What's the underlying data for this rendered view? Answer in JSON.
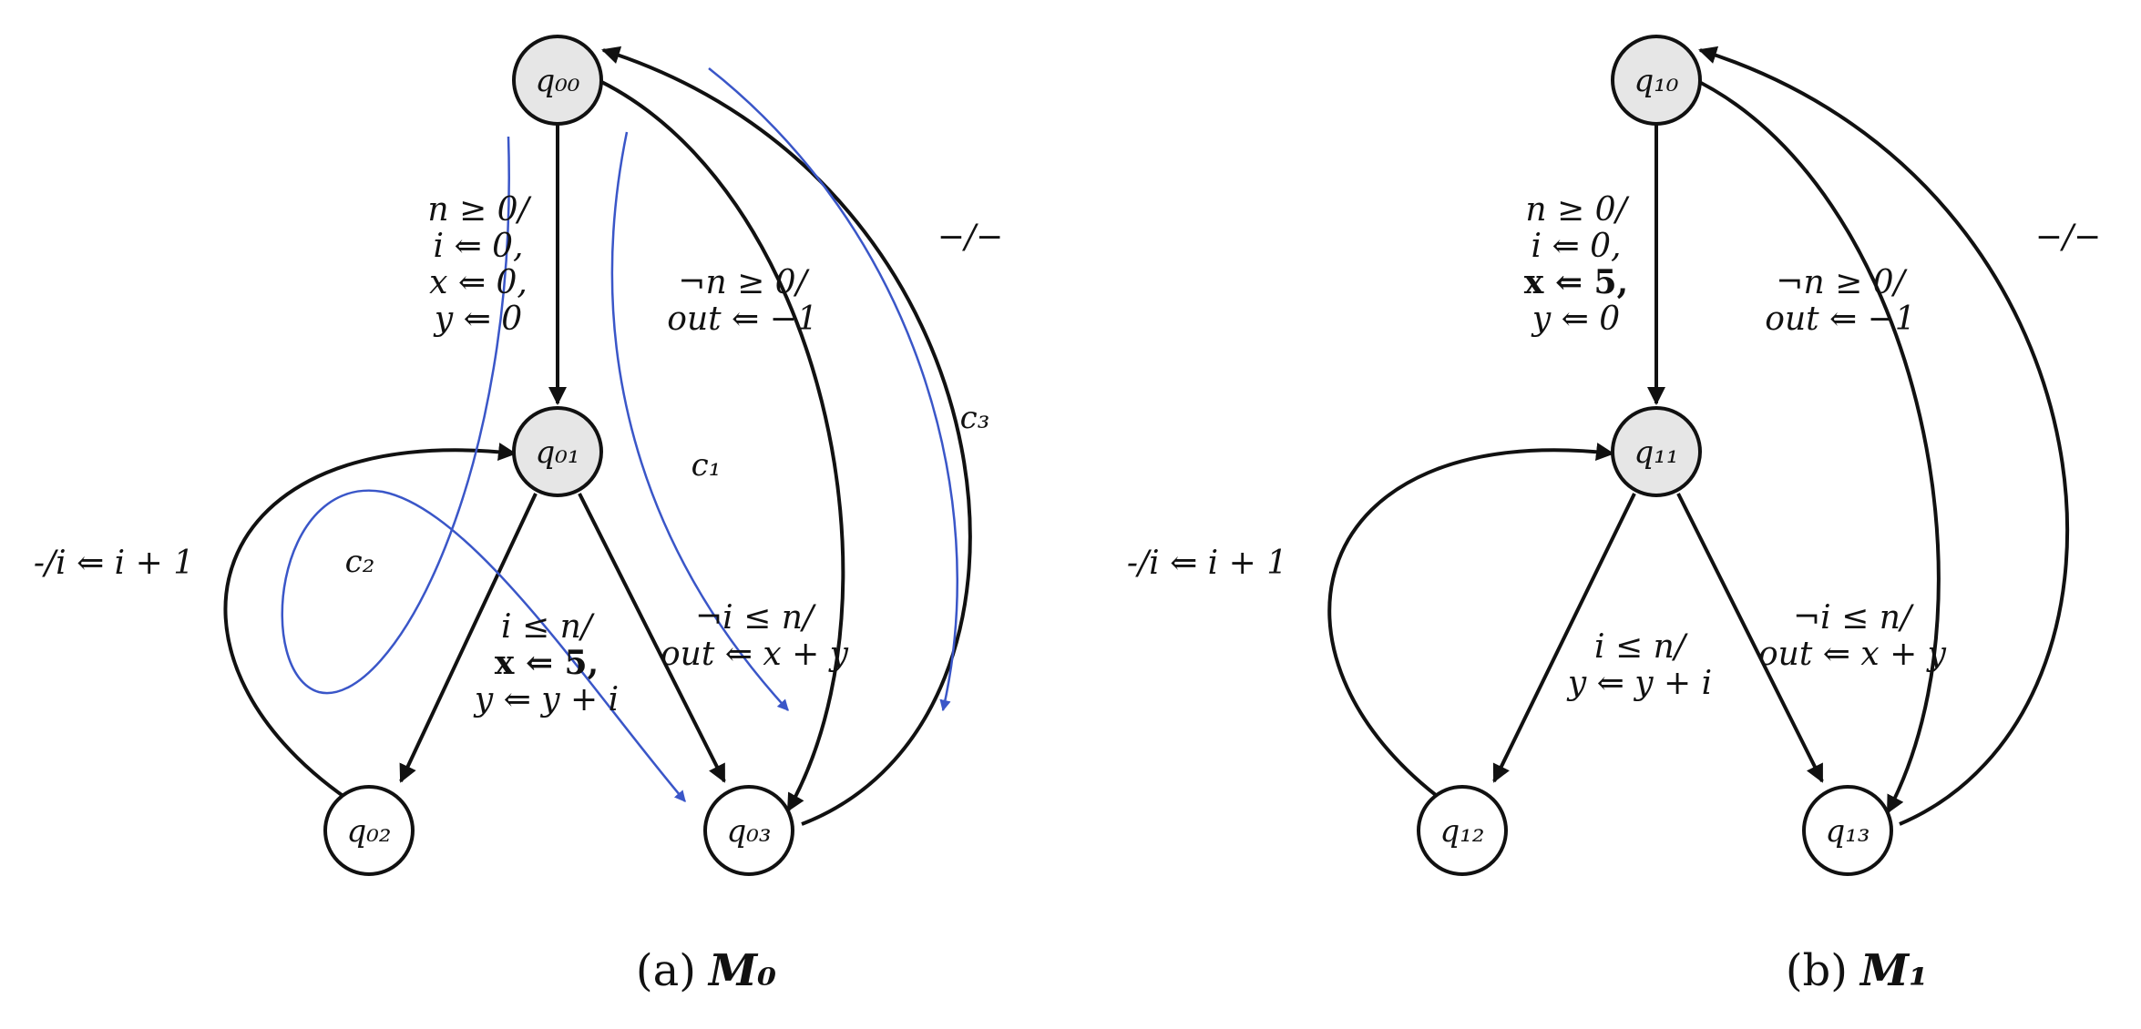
{
  "diagrams": [
    {
      "caption_prefix": "(a)",
      "caption_name": "M₀",
      "nodes": [
        "q₀₀",
        "q₀₁",
        "q₀₂",
        "q₀₃"
      ],
      "edge_labels": {
        "init_line1": "n ≥ 0/",
        "init_line2": "i ⇐ 0,",
        "init_line3": "x ⇐ 0,",
        "init_line4": "y ⇐ 0",
        "neg_line1": "¬n ≥ 0/",
        "neg_line2": "out ⇐ −1",
        "reset": "−/−",
        "loop": "-/i ⇐ i + 1",
        "body_line1": "i ≤ n/",
        "body_line2": "x ⇐ 5,",
        "body_line3": "y ⇐ y + i",
        "exit_line1": "¬i ≤ n/",
        "exit_line2": "out ⇐ x + y"
      },
      "path_labels": [
        "c₁",
        "c₂",
        "c₃"
      ]
    },
    {
      "caption_prefix": "(b)",
      "caption_name": "M₁",
      "nodes": [
        "q₁₀",
        "q₁₁",
        "q₁₂",
        "q₁₃"
      ],
      "edge_labels": {
        "init_line1": "n ≥ 0/",
        "init_line2": "i ⇐ 0,",
        "init_line3": "x ⇐ 5,",
        "init_line4": "y ⇐ 0",
        "neg_line1": "¬n ≥ 0/",
        "neg_line2": "out ⇐ −1",
        "reset": "−/−",
        "loop": "-/i ⇐ i + 1",
        "body_line1": "i ≤ n/",
        "body_line2": "y ⇐ y + i",
        "exit_line1": "¬i ≤ n/",
        "exit_line2": "out ⇐ x + y"
      }
    }
  ]
}
